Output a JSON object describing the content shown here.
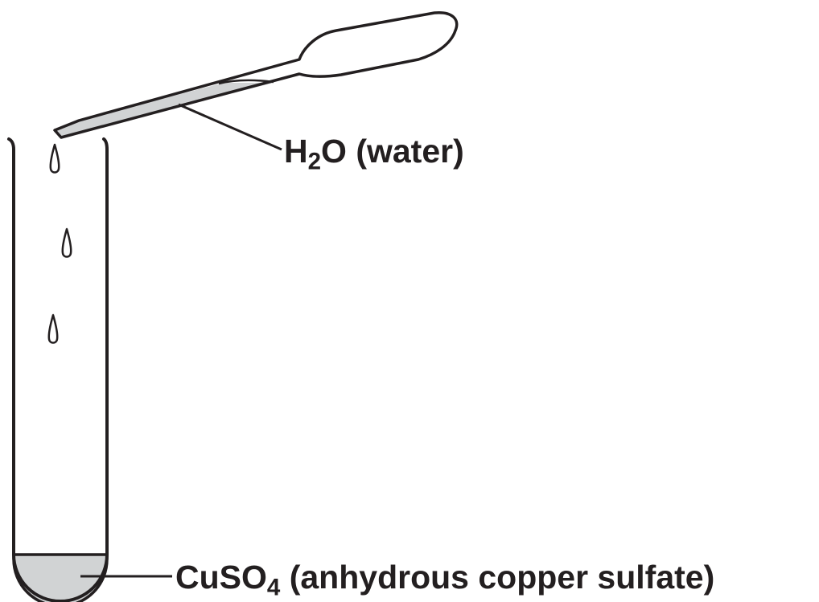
{
  "labels": {
    "water": {
      "prefix": "H",
      "subscript": "2",
      "suffix": "O (water)"
    },
    "copper_sulfate": {
      "prefix": "CuSO",
      "subscript": "4",
      "suffix": " (anhydrous copper sulfate)"
    }
  },
  "colors": {
    "outline": "#231f20",
    "fill_gray": "#d1d3d4",
    "background": "#ffffff"
  }
}
